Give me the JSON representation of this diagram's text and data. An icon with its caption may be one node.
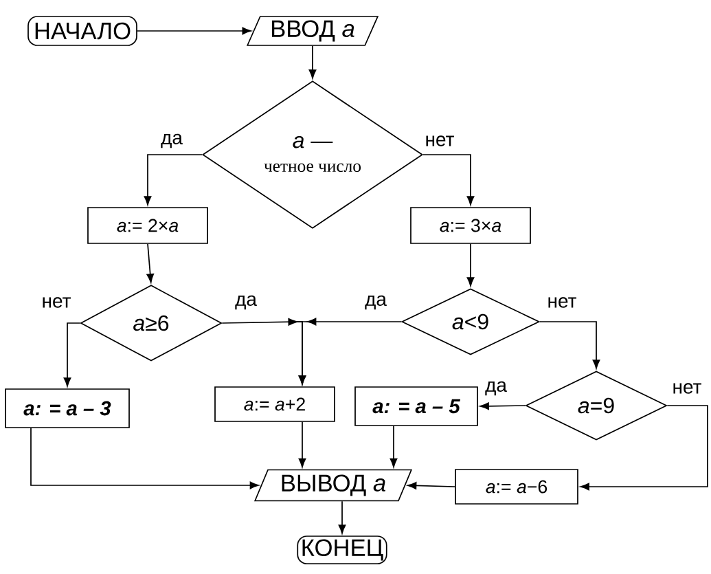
{
  "diagram": {
    "nodes": [
      {
        "text": [
          "НАЧАЛО"
        ]
      },
      {
        "text": [
          "ВВОД *a*"
        ]
      },
      {
        "text": [
          "*a* —",
          "четное число"
        ]
      },
      {
        "text": [
          "*a*:= 2×*a*"
        ]
      },
      {
        "text": [
          "*a*:= 3×*a*"
        ]
      },
      {
        "text": [
          "*a*≥6"
        ]
      },
      {
        "text": [
          "*a*<9"
        ]
      },
      {
        "text": [
          "*a*=9"
        ]
      },
      {
        "text": [
          "a: = a – 3"
        ]
      },
      {
        "text": [
          "*a*:= *a*+2"
        ]
      },
      {
        "text": [
          "a: = a – 5"
        ]
      },
      {
        "text": [
          "ВЫВОД *a*"
        ]
      },
      {
        "text": [
          "*a*:= *a*−6"
        ]
      },
      {
        "text": [
          "КОНЕЦ"
        ]
      }
    ],
    "edges": [
      {
        "from": 0,
        "to": 1,
        "arrow": "to"
      },
      {
        "from": 1,
        "to": 2,
        "arrow": "to"
      },
      {
        "from": 2,
        "to": 3,
        "arrow": "to",
        "label": "да"
      },
      {
        "from": 2,
        "to": 4,
        "arrow": "to",
        "label": "нет"
      },
      {
        "from": 3,
        "to": 5,
        "arrow": "to"
      },
      {
        "from": 4,
        "to": 6,
        "arrow": "to"
      },
      {
        "from": 5,
        "to": 8,
        "arrow": "to",
        "label": "нет"
      },
      {
        "from": 5,
        "to": 9,
        "arrow": "to",
        "label": "да"
      },
      {
        "from": 6,
        "to": 9,
        "arrow": "to",
        "label": "да"
      },
      {
        "from": 6,
        "to": 7,
        "arrow": "to",
        "label": "нет"
      },
      {
        "from": 7,
        "to": 10,
        "arrow": "to",
        "label": "да"
      },
      {
        "from": 7,
        "to": 12,
        "arrow": "to",
        "label": "нет"
      },
      {
        "from": 8,
        "to": 11,
        "arrow": "to"
      },
      {
        "from": 9,
        "to": 11,
        "arrow": "to"
      },
      {
        "from": 10,
        "to": 11,
        "arrow": "to"
      },
      {
        "from": 12,
        "to": 11,
        "arrow": "to"
      },
      {
        "from": 11,
        "to": 13,
        "arrow": "to"
      }
    ]
  }
}
